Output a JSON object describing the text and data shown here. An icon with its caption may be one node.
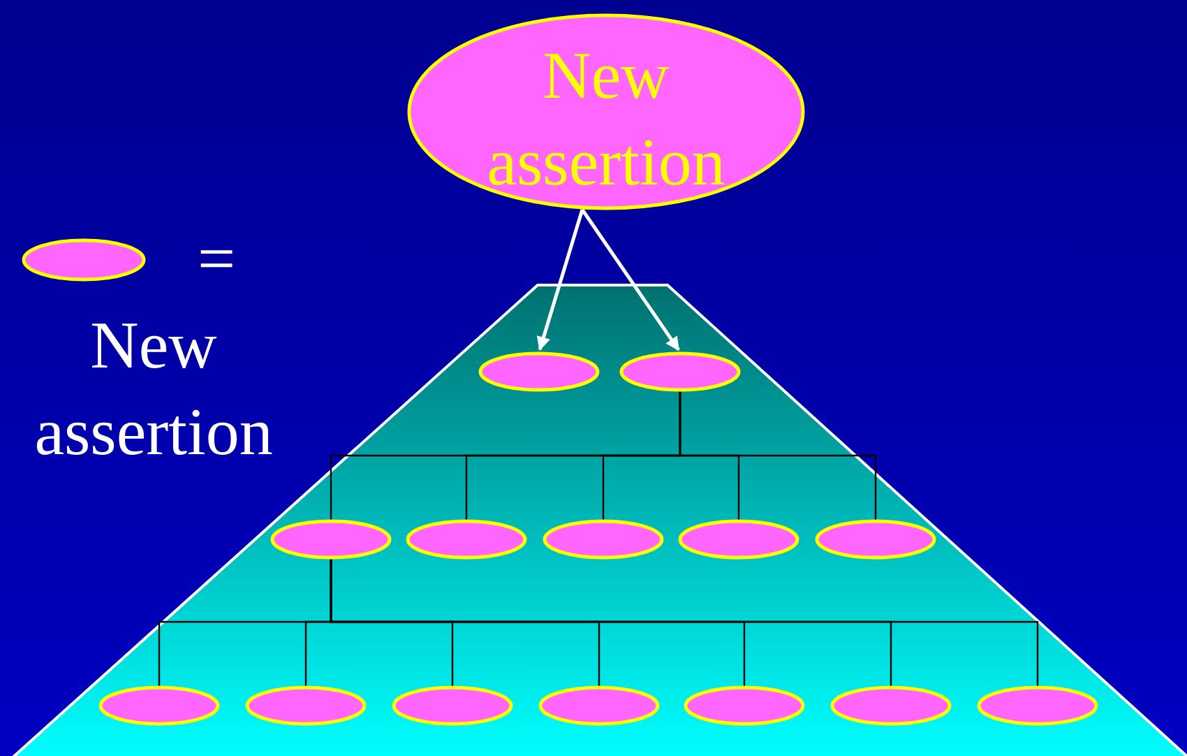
{
  "diagram": {
    "nodes": [
      {
        "text": [
          "New assertion"
        ]
      },
      {
        "text": [],
        "shape": "ellipse"
      },
      {
        "text": [],
        "shape": "ellipse"
      },
      {
        "text": [],
        "shape": "ellipse"
      },
      {
        "text": [],
        "shape": "ellipse"
      },
      {
        "text": [],
        "shape": "ellipse"
      },
      {
        "text": [],
        "shape": "ellipse"
      },
      {
        "text": [],
        "shape": "ellipse"
      },
      {
        "text": [],
        "shape": "ellipse"
      },
      {
        "text": [],
        "shape": "ellipse"
      },
      {
        "text": [],
        "shape": "ellipse"
      },
      {
        "text": [],
        "shape": "ellipse"
      },
      {
        "text": [],
        "shape": "ellipse"
      },
      {
        "text": [],
        "shape": "ellipse"
      },
      {
        "text": [],
        "shape": "ellipse"
      }
    ],
    "edges": [
      {
        "from": 0,
        "to": 1,
        "arrow": "to",
        "color": "#ffffff"
      },
      {
        "from": 0,
        "to": 2,
        "arrow": "to",
        "color": "#ffffff"
      },
      {
        "from": 2,
        "to": 3,
        "arrow": "none"
      },
      {
        "from": 2,
        "to": 4,
        "arrow": "none"
      },
      {
        "from": 2,
        "to": 5,
        "arrow": "none"
      },
      {
        "from": 2,
        "to": 6,
        "arrow": "none"
      },
      {
        "from": 2,
        "to": 7,
        "arrow": "none"
      },
      {
        "from": 3,
        "to": 8,
        "arrow": "none"
      },
      {
        "from": 3,
        "to": 9,
        "arrow": "none"
      },
      {
        "from": 3,
        "to": 10,
        "arrow": "none"
      },
      {
        "from": 3,
        "to": 11,
        "arrow": "none"
      },
      {
        "from": 3,
        "to": 12,
        "arrow": "none"
      },
      {
        "from": 3,
        "to": 13,
        "arrow": "none"
      },
      {
        "from": 3,
        "to": 14,
        "arrow": "none"
      }
    ],
    "legend": [
      {
        "text": "= New assertion"
      }
    ]
  }
}
